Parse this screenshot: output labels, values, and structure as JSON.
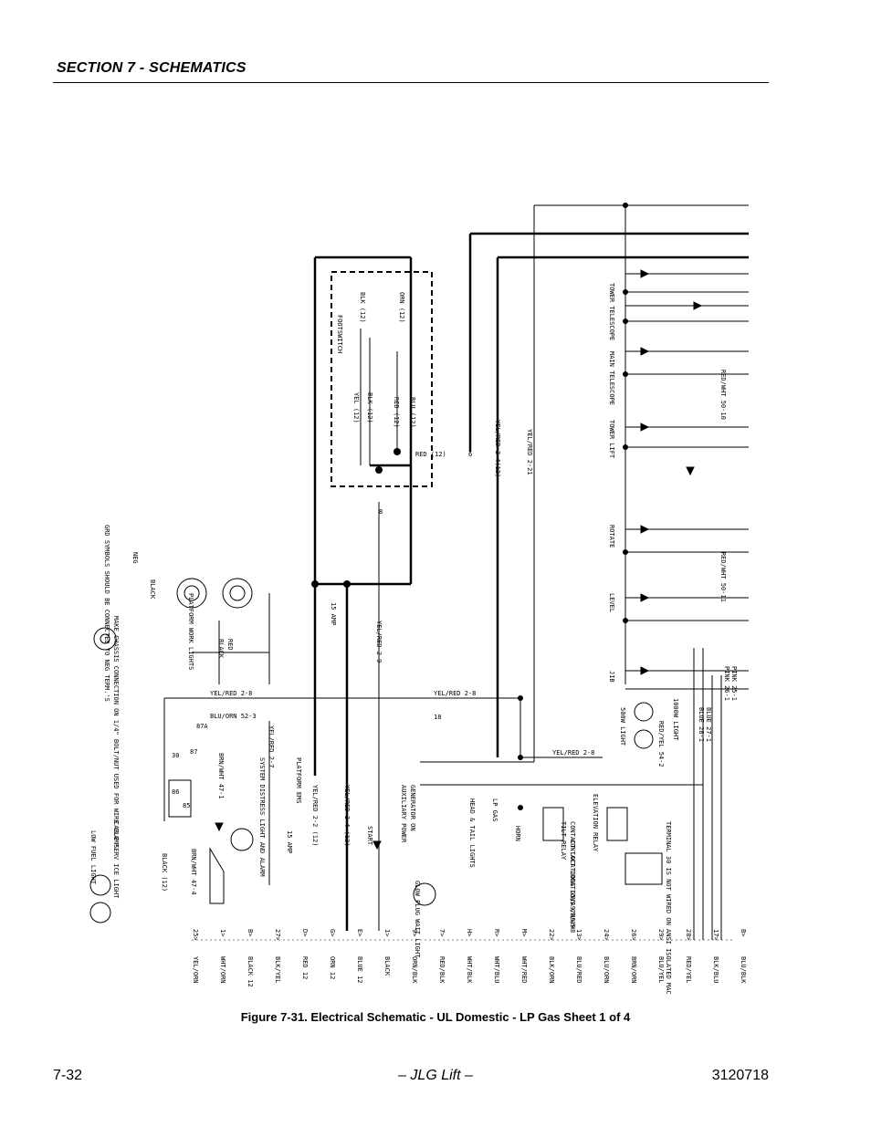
{
  "header": {
    "section": "SECTION 7 - SCHEMATICS"
  },
  "figure": {
    "caption": "Figure 7-31.  Electrical Schematic - UL Domestic - LP Gas Sheet 1 of 4"
  },
  "footer": {
    "page": "7-32",
    "center": "– JLG Lift –",
    "doc_number": "3120718"
  },
  "schematic": {
    "labels": {
      "footswitch": "FOOTSWITCH",
      "orn12": "ORN (12)",
      "blk12a": "BLK (12)",
      "blu12": "BLU (12)",
      "red12a": "RED (12)",
      "blk12b": "BLK (12)",
      "yel12": "YEL (12)",
      "red12b": "RED (12)",
      "yelred24": "YEL/RED 2-4(12)",
      "yelred221": "YEL/RED 2-21",
      "yelred29": "YEL/RED 2-9",
      "yelred28a": "YEL/RED 2-8",
      "yelred28b": "YEL/RED 2-8",
      "yelred28c": "YEL/RED 2-8",
      "yelred27": "YEL/RED 2-7",
      "yelred22": "YEL/RED 2-2 (12)",
      "yelred24b": "YEL/RED 2-4 (12)",
      "amp15a": "15 AMP",
      "amp15b": "15 AMP",
      "tower_telescope": "TOWER TELESCOPE",
      "main_telescope": "MAIN TELESCOPE",
      "tower_lift": "TOWER LIFT",
      "rotate": "ROTATE",
      "level": "LEVEL",
      "jib": "JIB",
      "redwht5010": "RED/WHT 50-10",
      "redwht5011": "RED/WHT 50-11",
      "pink251": "PINK 25-1",
      "pink261": "PINK 26-1",
      "blue271": "BLUE 27-1",
      "blue281": "BLUE 28-1",
      "light1000": "1000W LIGHT",
      "light500": "500W LIGHT",
      "redyel542": "RED/YEL 54-2",
      "grd_symbols": "GRD SYMBOLS SHOULD BE CONNECTED TO NEG TERM.'S",
      "neg": "NEG",
      "black": "BLACK",
      "chassis": "MAKE CHASSIS CONNECTION ON 1/4\" BOLT/NUT USED FOR WIRE CLAMP.",
      "platform_work_lights": "PLATFORM WORK LIGHTS",
      "red_l": "RED",
      "black_l": "BLACK",
      "bluorn523": "BLU/ORN 52-3",
      "platform_ems": "PLATFORM EMS",
      "system_distress": "SYSTEM DISTRESS LIGHT AND ALARM",
      "brnwht471": "BRN/WHT 47-1",
      "brnwht474": "BRN/WHT 47-4",
      "start": "START",
      "aux_power": "AUXILIARY POWER",
      "generator_on": "GENERATOR ON",
      "head_tail": "HEAD & TAIL LIGHTS",
      "lp_gas": "LP GAS",
      "horn": "HORN",
      "tilt_relay": "TILT RELAY",
      "contact_locations_a": "CONTACT LOCATIONS C8/A9",
      "elevation_relay": "ELEVATION RELAY",
      "contact_locations_b": "CONTACT LOCATIONS G5/A9/H9/H8",
      "terminal30": "TERMINAL 30 IS NOT WIRED ON ANSI ISOLATED MACHINES",
      "glow_plug": "GLOW PLUG WAIT LIGHT",
      "cable_serv": "CABLE SERV ICE LIGHT",
      "low_fuel": "LOW FUEL LIGHT",
      "black12": "BLACK (12)",
      "relay_87a": "87A",
      "relay_87": "87",
      "relay_30": "30",
      "relay_86": "86",
      "relay_85": "85",
      "conn_6": "6",
      "conn_8": "8",
      "conn_18": "18"
    },
    "connectors": [
      {
        "letter": "B",
        "label": "BLU/BLK"
      },
      {
        "letter": "17",
        "label": "BLK/BLU"
      },
      {
        "letter": "28",
        "label": "RED/YEL"
      },
      {
        "letter": "29",
        "label": "BLU/YEL"
      },
      {
        "letter": "26",
        "label": "BRN/ORN"
      },
      {
        "letter": "24",
        "label": "BLU/ORN"
      },
      {
        "letter": "13",
        "label": "BLU/RED"
      },
      {
        "letter": "22",
        "label": "BLK/ORN"
      },
      {
        "letter": "M",
        "label": "WHT/RED"
      },
      {
        "letter": "R",
        "label": "WHT/BLU"
      },
      {
        "letter": "H",
        "label": "WHT/BLK"
      },
      {
        "letter": "7",
        "label": "RED/BLK"
      },
      {
        "letter": "9",
        "label": "ORN/BLK"
      },
      {
        "letter": "1",
        "label": "BLACK"
      },
      {
        "letter": "E",
        "label": "BLUE 12"
      },
      {
        "letter": "G",
        "label": "ORN 12"
      },
      {
        "letter": "D",
        "label": "RED 12"
      },
      {
        "letter": "27",
        "label": "BLK/YEL"
      },
      {
        "letter": "B",
        "label": "BLACK 12"
      },
      {
        "letter": "1",
        "label": "WHT/ORN"
      },
      {
        "letter": "25",
        "label": "YEL/ORN"
      }
    ]
  }
}
